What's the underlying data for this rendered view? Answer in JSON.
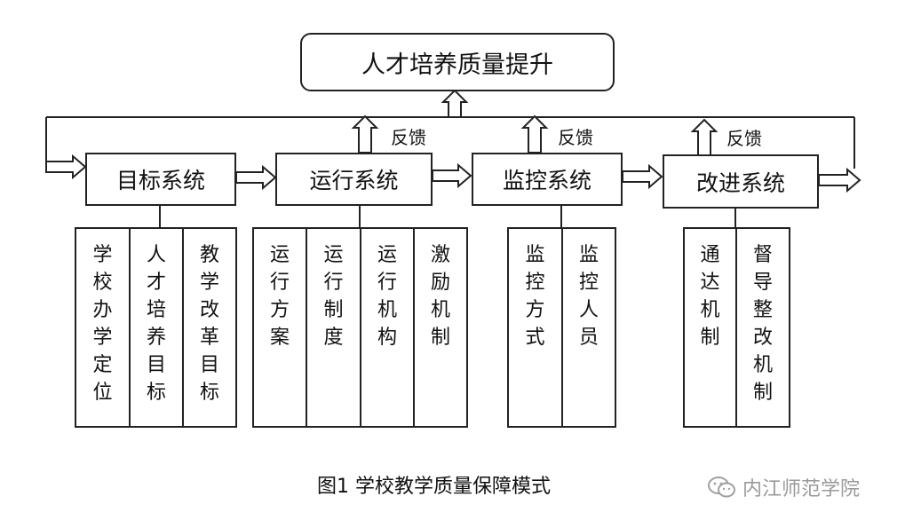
{
  "title": "人才培养质量提升",
  "feedback_label": "反馈",
  "systems": [
    {
      "label": "目标系统",
      "items": [
        "学校办学定位",
        "人才培养目标",
        "教学改革目标"
      ]
    },
    {
      "label": "运行系统",
      "items": [
        "运行方案",
        "运行制度",
        "运行机构",
        "激励机制"
      ]
    },
    {
      "label": "监控系统",
      "items": [
        "监控方式",
        "监控人员"
      ]
    },
    {
      "label": "改进系统",
      "items": [
        "通达机制",
        "督导整改机制"
      ]
    }
  ],
  "caption": "图1 学校教学质量保障模式",
  "watermark": {
    "text": "内江师范学院",
    "icon": "wechat-icon"
  }
}
